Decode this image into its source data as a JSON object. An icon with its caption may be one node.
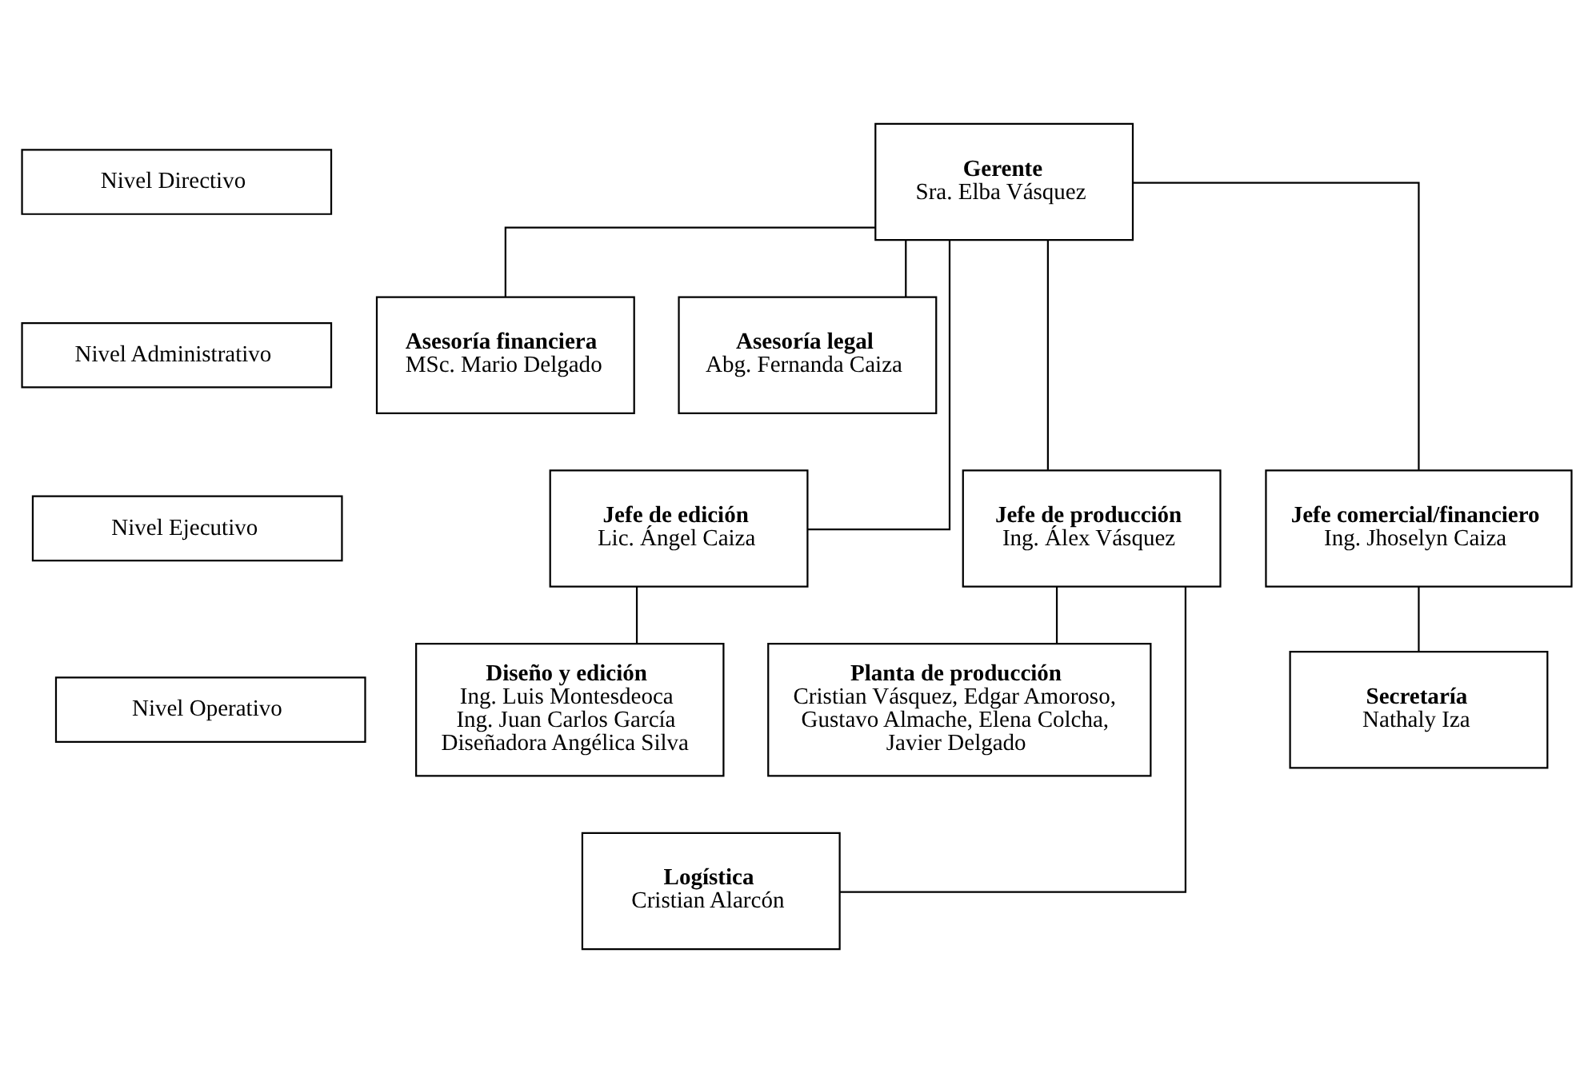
{
  "diagram": {
    "nodes": [
      {
        "text": [
          "Nivel Directivo"
        ]
      },
      {
        "text": [
          "Gerente",
          "Sra. Elba Vásquez"
        ]
      },
      {
        "text": [
          "Nivel Administrativo"
        ]
      },
      {
        "text": [
          "Asesoría financiera",
          "MSc. Mario Delgado"
        ]
      },
      {
        "text": [
          "Asesoría legal",
          "Abg. Fernanda Caiza"
        ]
      },
      {
        "text": [
          "Nivel Ejecutivo"
        ]
      },
      {
        "text": [
          "Jefe de edición",
          "Lic. Ángel Caiza"
        ]
      },
      {
        "text": [
          "Jefe de producción",
          "Ing. Álex Vásquez"
        ]
      },
      {
        "text": [
          "Jefe comercial/financiero",
          "Ing. Jhoselyn Caiza"
        ]
      },
      {
        "text": [
          "Diseño y edición",
          "Ing. Luis Montesdeoca",
          "Ing. Juan Carlos García",
          "Diseñadora Angélica Silva"
        ]
      },
      {
        "text": [
          "Planta de producción",
          "Cristian Vásquez, Edgar Amoroso, Gustavo Almache, Elena Colcha, Javier Delgado"
        ]
      },
      {
        "text": [
          "Secretaría",
          "Nathaly Iza"
        ]
      },
      {
        "text": [
          "Nivel Operativo"
        ]
      },
      {
        "text": [
          "Logística",
          "Cristian Alarcón"
        ]
      }
    ],
    "edges": [
      {
        "from": 1,
        "to": 3,
        "arrow": "none"
      },
      {
        "from": 1,
        "to": 4,
        "arrow": "none"
      },
      {
        "from": 1,
        "to": 6,
        "arrow": "none"
      },
      {
        "from": 1,
        "to": 7,
        "arrow": "none"
      },
      {
        "from": 1,
        "to": 8,
        "arrow": "none"
      },
      {
        "from": 6,
        "to": 9,
        "arrow": "none"
      },
      {
        "from": 7,
        "to": 10,
        "arrow": "none"
      },
      {
        "from": 7,
        "to": 13,
        "arrow": "none"
      },
      {
        "from": 8,
        "to": 11,
        "arrow": "none"
      }
    ]
  }
}
